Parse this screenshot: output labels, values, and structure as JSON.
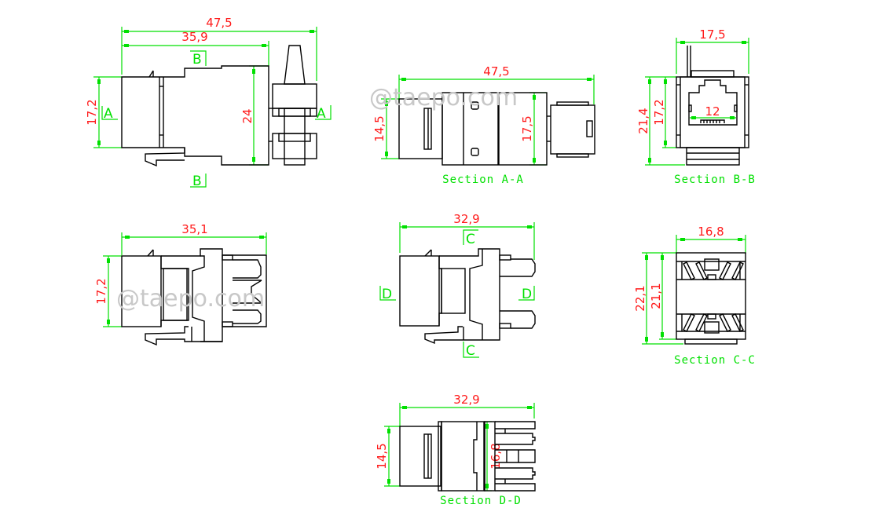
{
  "watermark": "@taepo.com",
  "colors": {
    "outline": "#000000",
    "dimension_line": "#00e000",
    "dimension_text": "#ff1a1a",
    "watermark": "#c8c8c8"
  },
  "views": {
    "side_view": {
      "dims": {
        "overall_length": "47,5",
        "body_length": "35,9",
        "front_height": "17,2",
        "rear_height": "24"
      },
      "markers": {
        "section_b_top": "B",
        "section_b_bottom": "B",
        "section_a_left": "A",
        "section_a_right": "A"
      }
    },
    "section_a_a": {
      "title": "Section A-A",
      "dims": {
        "overall_length": "47,5",
        "front_height": "14,5",
        "body_height": "17,5"
      }
    },
    "section_b_b": {
      "title": "Section B-B",
      "dims": {
        "width": "17,5",
        "total_height": "21,4",
        "body_height": "17,2",
        "port_width": "12"
      }
    },
    "top_view": {
      "dims": {
        "length": "35,1",
        "height": "17,2"
      }
    },
    "front_section_view": {
      "dims": {
        "length": "32,9"
      },
      "markers": {
        "section_c_top": "C",
        "section_c_bottom": "C",
        "section_d_left": "D",
        "section_d_right": "D"
      }
    },
    "section_c_c": {
      "title": "Section C-C",
      "dims": {
        "width": "16,8",
        "total_height": "22,1",
        "body_height": "21,1"
      }
    },
    "section_d_d": {
      "title": "Section D-D",
      "dims": {
        "length": "32,9",
        "front_height": "14,5",
        "body_height": "16,8"
      }
    }
  }
}
